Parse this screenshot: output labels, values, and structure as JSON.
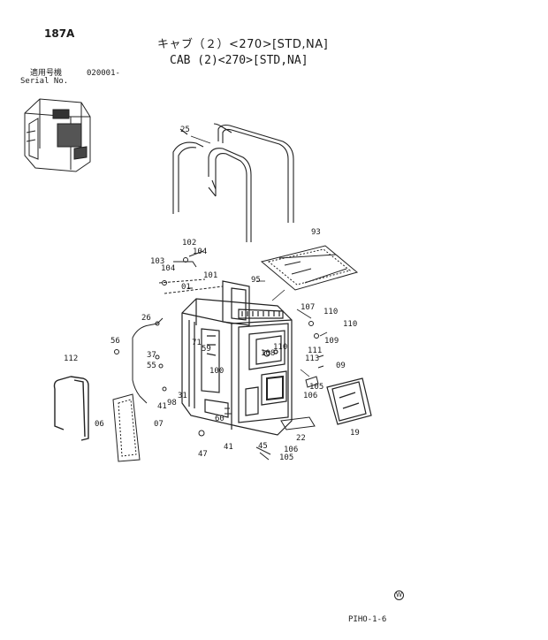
{
  "header": {
    "page_id": "187A",
    "title_jp": "キャブ（２）<270>[STD,NA]",
    "title_en": "CAB (2)<270>[STD,NA]",
    "serial_label_jp": "適用号機",
    "serial_value": "020001-",
    "serial_label_en": "Serial No."
  },
  "footer": {
    "code": "PIHO-1-6",
    "mark": "W"
  },
  "callouts": {
    "c25": "25",
    "c93": "93",
    "c102": "102",
    "c104a": "104",
    "c103": "103",
    "c104b": "104",
    "c101": "101",
    "c95": "95",
    "c01": "01",
    "c26": "26",
    "c107": "107",
    "c110a": "110",
    "c110b": "110",
    "c109": "109",
    "c56": "56",
    "c71": "71",
    "c59": "59",
    "c110c": "110",
    "c108": "108",
    "c111": "111",
    "c113": "113",
    "c09": "09",
    "c112": "112",
    "c37": "37",
    "c55": "55",
    "c100": "100",
    "c31": "31",
    "c105a": "105",
    "c106a": "106",
    "c41a": "41",
    "c98": "98",
    "c06": "06",
    "c07": "07",
    "c60": "60",
    "c19": "19",
    "c22": "22",
    "c41b": "41",
    "c45": "45",
    "c106b": "106",
    "c47": "47",
    "c105b": "105"
  }
}
